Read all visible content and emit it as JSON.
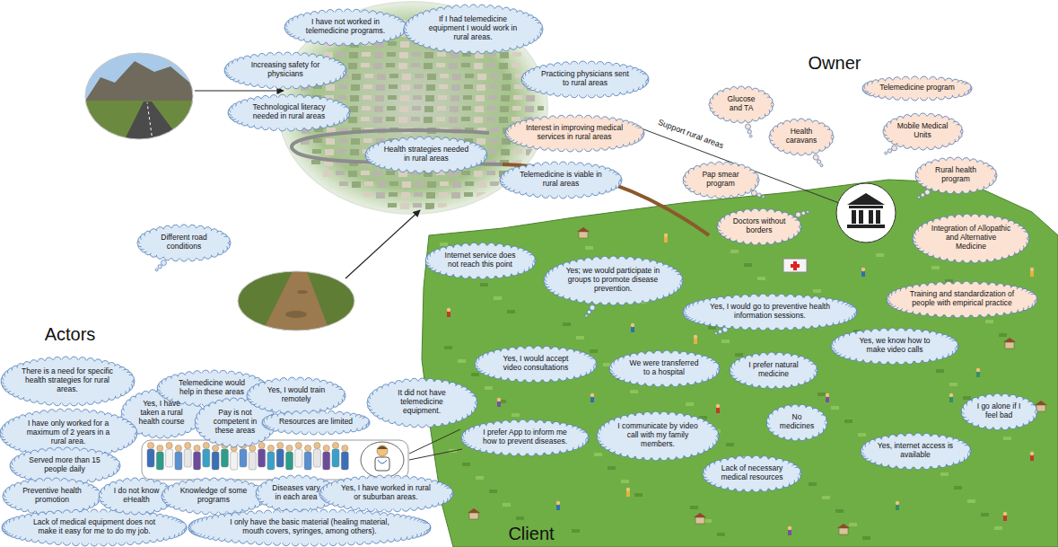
{
  "diagram": {
    "nodes": [
      {
        "text": [
          "I have not worked in telemedicine programs."
        ]
      },
      {
        "text": [
          "If I had telemedicine equipment I would work in rural areas."
        ]
      },
      {
        "text": [
          "Increasing safety for physicians"
        ]
      },
      {
        "text": [
          "Practicing physicians sent to rural areas"
        ]
      },
      {
        "text": [
          "Technological literacy needed in rural areas"
        ]
      },
      {
        "text": [
          "Interest in improving medical services in rural areas"
        ]
      },
      {
        "text": [
          "Health strategies needed in rural areas"
        ]
      },
      {
        "text": [
          "Telemedicine is viable in rural areas"
        ]
      },
      {
        "text": [
          "Different road conditions"
        ]
      },
      {
        "text": [
          "Glucose and TA"
        ]
      },
      {
        "text": [
          "Telemedicine program"
        ]
      },
      {
        "text": [
          "Mobile Medical Units"
        ]
      },
      {
        "text": [
          "Health caravans"
        ]
      },
      {
        "text": [
          "Pap smear program"
        ]
      },
      {
        "text": [
          "Doctors without borders"
        ]
      },
      {
        "text": [
          "Rural health program"
        ]
      },
      {
        "text": [
          "Integration of Allopathic and Alternative Medicine"
        ]
      },
      {
        "text": [
          "Training and standardization of people with empirical practice"
        ]
      },
      {
        "text": [
          "Internet service does not reach this point"
        ]
      },
      {
        "text": [
          "Yes; we would participate in groups to promote disease prevention."
        ]
      },
      {
        "text": [
          "Yes, I would go to preventive health information sessions."
        ]
      },
      {
        "text": [
          "Yes, I would accept video consultations"
        ]
      },
      {
        "text": [
          "We were transferred to a hospital"
        ]
      },
      {
        "text": [
          "I prefer natural medicine"
        ]
      },
      {
        "text": [
          "Yes, we know how to make video calls"
        ]
      },
      {
        "text": [
          "I go alone if I feel bad"
        ]
      },
      {
        "text": [
          "I prefer App to inform me how to prevent diseases."
        ]
      },
      {
        "text": [
          "I communicate by video call with my family members."
        ]
      },
      {
        "text": [
          "No medicines"
        ]
      },
      {
        "text": [
          "Lack of necessary medical resources"
        ]
      },
      {
        "text": [
          "Yes, internet access is available"
        ]
      },
      {
        "text": [
          "There is a need for specific health strategies for rural areas."
        ]
      },
      {
        "text": [
          "Yes, I have taken a rural health course"
        ]
      },
      {
        "text": [
          "Telemedicine would help in these areas"
        ]
      },
      {
        "text": [
          "Pay is not competent in these areas"
        ]
      },
      {
        "text": [
          "Yes, I would train remotely"
        ]
      },
      {
        "text": [
          "Resources are limited"
        ]
      },
      {
        "text": [
          "It did not have telemedicine equipment."
        ]
      },
      {
        "text": [
          "I have only worked for a maximum of 2 years in a rural area."
        ]
      },
      {
        "text": [
          "Served more than 15 people daily"
        ]
      },
      {
        "text": [
          "Preventive health promotion"
        ]
      },
      {
        "text": [
          "Lack of medical equipment does not make it easy for me to do my job."
        ]
      },
      {
        "text": [
          "I do not know eHealth"
        ]
      },
      {
        "text": [
          "Knowledge of some programs"
        ]
      },
      {
        "text": [
          "Diseases vary in each area"
        ]
      },
      {
        "text": [
          "Yes, I have worked in rural or suburban areas."
        ]
      },
      {
        "text": [
          "I only have the basic material (healing material, mouth covers, syringes, among others)."
        ]
      }
    ],
    "labels": [
      "Owner",
      "Actors",
      "Client",
      "Support rural areas"
    ]
  }
}
